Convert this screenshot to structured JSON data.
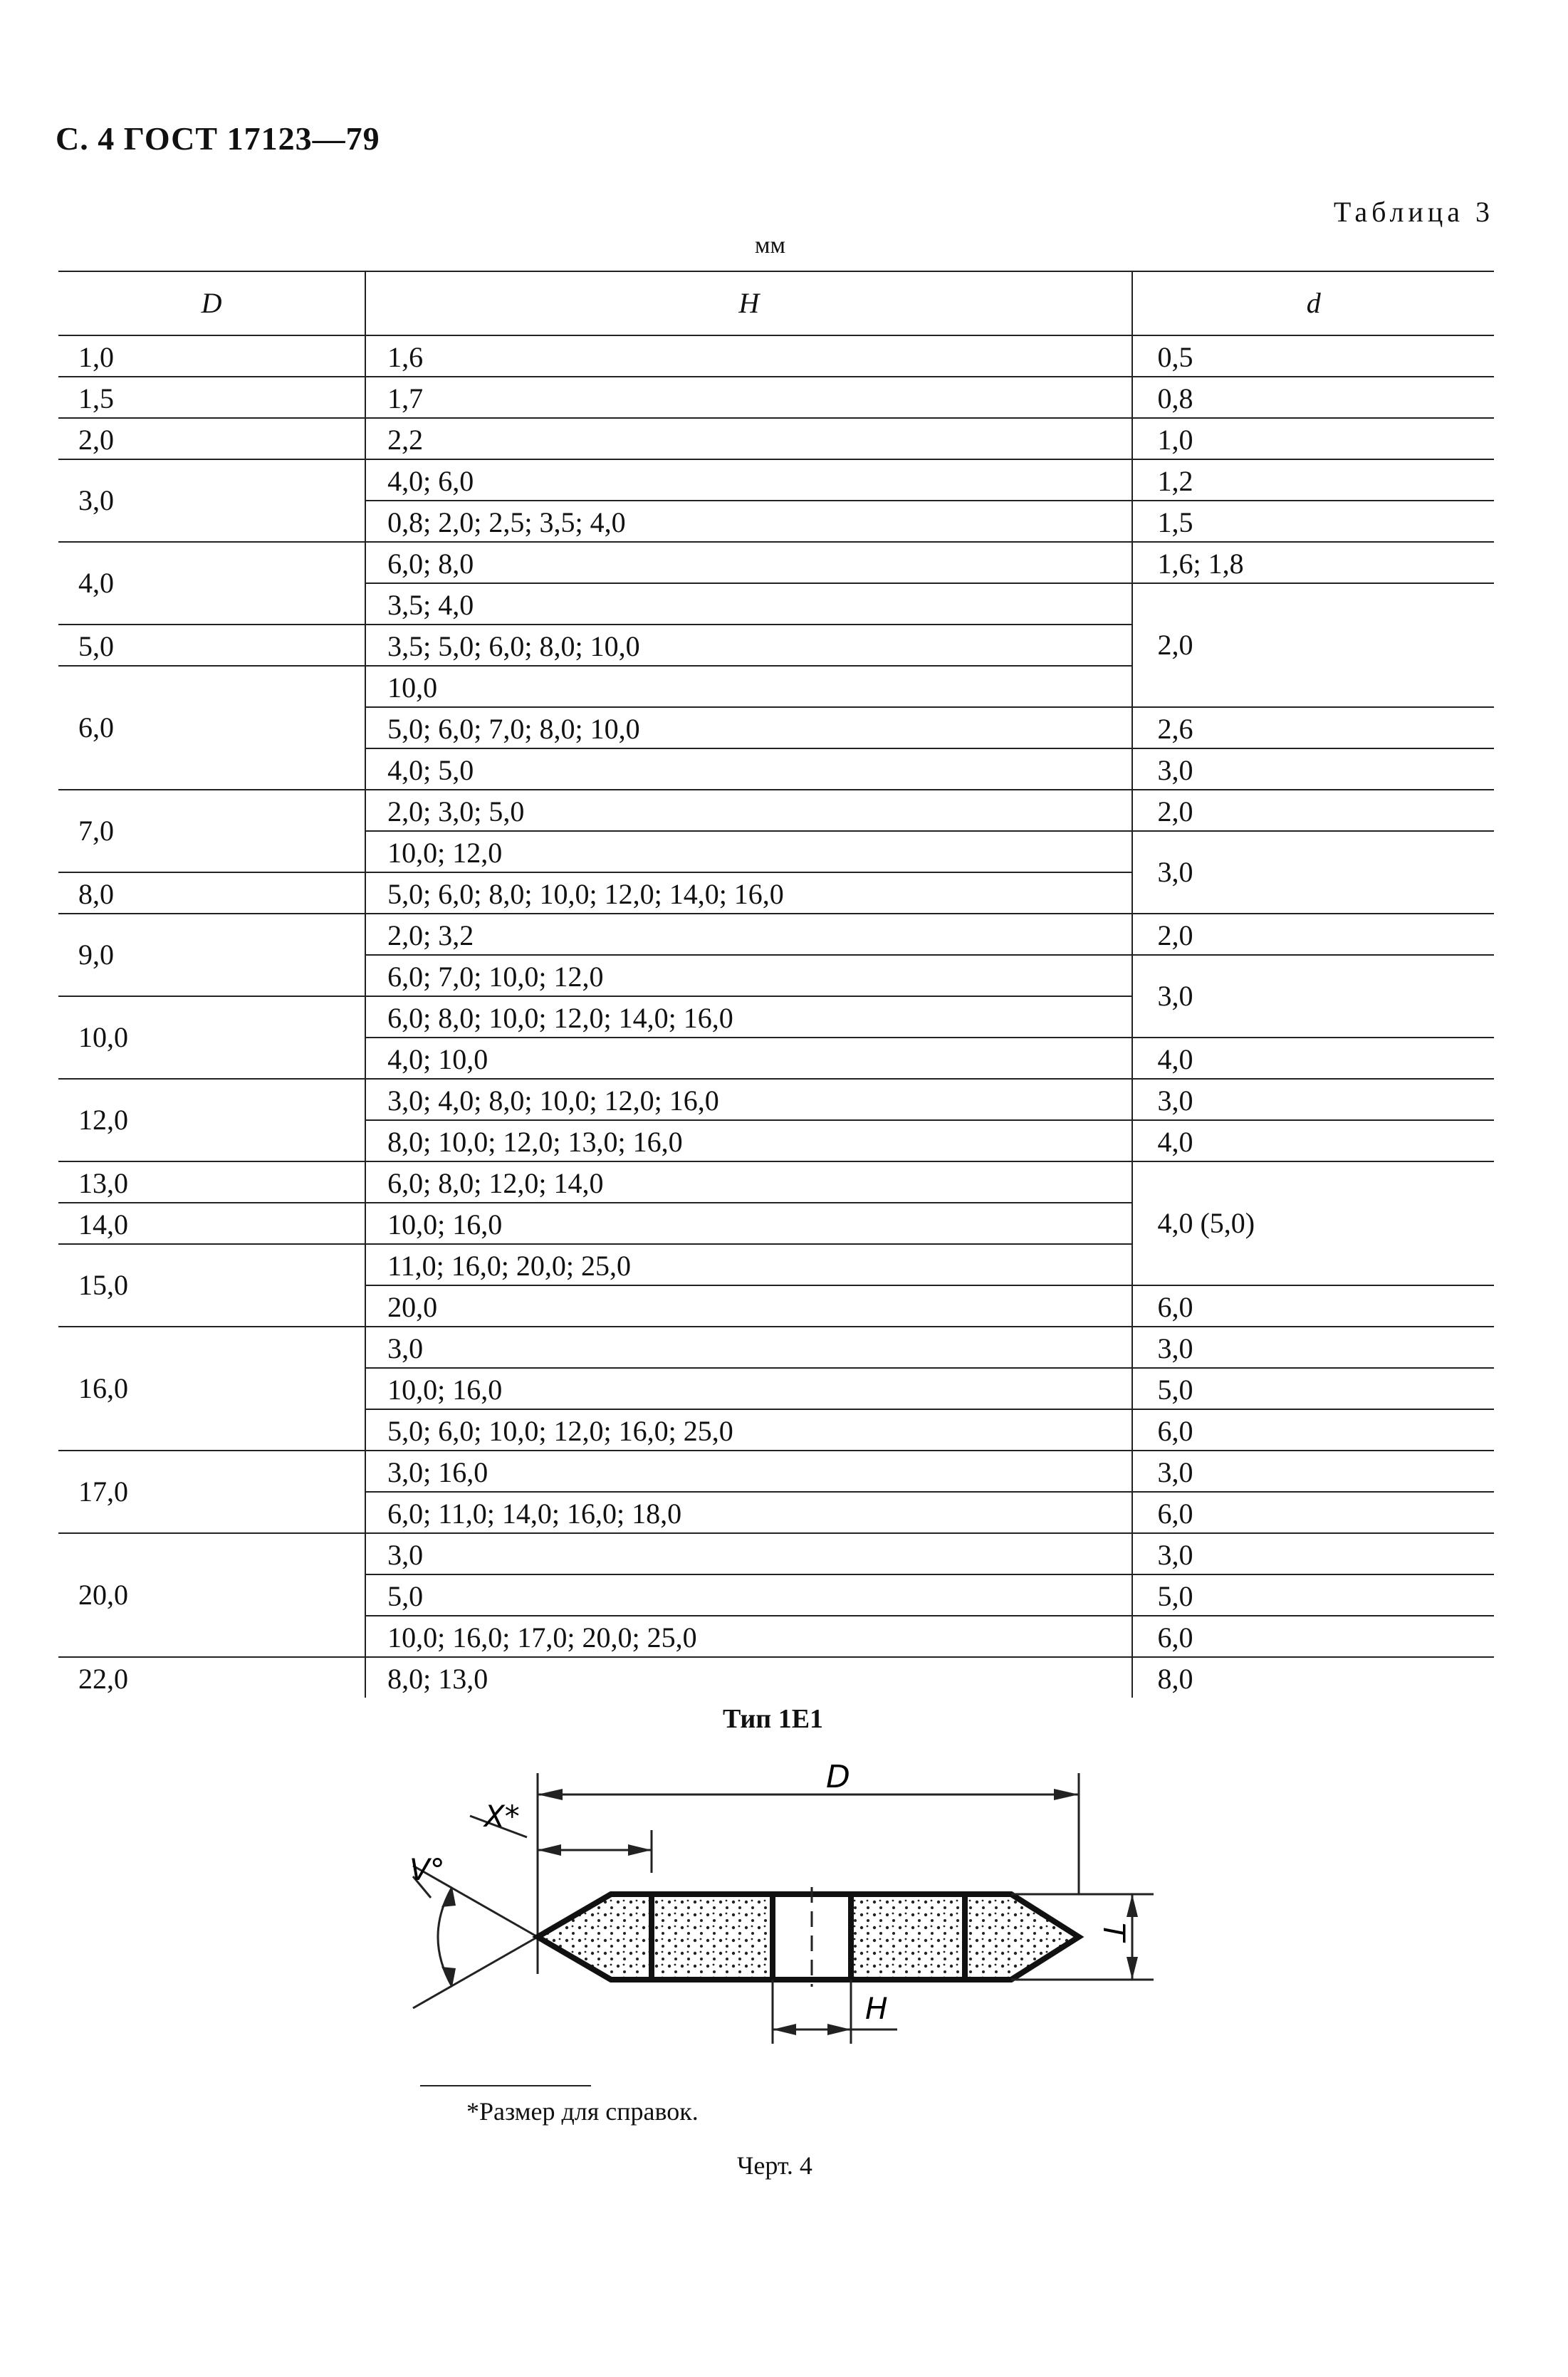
{
  "header": {
    "page_label": "С. 4 ГОСТ 17123—79"
  },
  "table": {
    "caption": "Таблица 3",
    "units": "мм",
    "columns": [
      "D",
      "H",
      "d"
    ],
    "rows": [
      {
        "D": "1,0",
        "H": "1,6",
        "d": "0,5"
      },
      {
        "D": "1,5",
        "H": "1,7",
        "d": "0,8"
      },
      {
        "D": "2,0",
        "H": "2,2",
        "d": "1,0"
      },
      {
        "D": "3,0",
        "H": "4,0; 6,0",
        "d": "1,2"
      },
      {
        "D": "",
        "H": "0,8; 2,0; 2,5; 3,5; 4,0",
        "d": "1,5"
      },
      {
        "D": "4,0",
        "H": "6,0; 8,0",
        "d": "1,6; 1,8"
      },
      {
        "D": "",
        "H": "3,5; 4,0",
        "d": "2,0"
      },
      {
        "D": "5,0",
        "H": "3,5; 5,0; 6,0; 8,0; 10,0",
        "d": ""
      },
      {
        "D": "6,0",
        "H": "10,0",
        "d": ""
      },
      {
        "D": "",
        "H": "5,0; 6,0; 7,0; 8,0; 10,0",
        "d": "2,6"
      },
      {
        "D": "",
        "H": "4,0; 5,0",
        "d": "3,0"
      },
      {
        "D": "7,0",
        "H": "2,0; 3,0; 5,0",
        "d": "2,0"
      },
      {
        "D": "",
        "H": "10,0; 12,0",
        "d": "3,0"
      },
      {
        "D": "8,0",
        "H": "5,0; 6,0; 8,0; 10,0; 12,0; 14,0; 16,0",
        "d": ""
      },
      {
        "D": "9,0",
        "H": "2,0; 3,2",
        "d": "2,0"
      },
      {
        "D": "",
        "H": "6,0; 7,0; 10,0; 12,0",
        "d": "3,0"
      },
      {
        "D": "10,0",
        "H": "6,0; 8,0; 10,0; 12,0; 14,0; 16,0",
        "d": ""
      },
      {
        "D": "",
        "H": "4,0; 10,0",
        "d": "4,0"
      },
      {
        "D": "12,0",
        "H": "3,0; 4,0; 8,0; 10,0; 12,0; 16,0",
        "d": "3,0"
      },
      {
        "D": "",
        "H": "8,0; 10,0; 12,0; 13,0; 16,0",
        "d": "4,0"
      },
      {
        "D": "13,0",
        "H": "6,0; 8,0; 12,0; 14,0",
        "d": "4,0 (5,0)"
      },
      {
        "D": "14,0",
        "H": "10,0; 16,0",
        "d": ""
      },
      {
        "D": "15,0",
        "H": "11,0; 16,0; 20,0; 25,0",
        "d": ""
      },
      {
        "D": "",
        "H": "20,0",
        "d": "6,0"
      },
      {
        "D": "16,0",
        "H": "3,0",
        "d": "3,0"
      },
      {
        "D": "",
        "H": "10,0; 16,0",
        "d": "5,0"
      },
      {
        "D": "",
        "H": "5,0; 6,0; 10,0; 12,0; 16,0; 25,0",
        "d": "6,0"
      },
      {
        "D": "17,0",
        "H": "3,0; 16,0",
        "d": "3,0"
      },
      {
        "D": "",
        "H": "6,0; 11,0; 14,0; 16,0; 18,0",
        "d": "6,0"
      },
      {
        "D": "20,0",
        "H": "3,0",
        "d": "3,0"
      },
      {
        "D": "",
        "H": "5,0",
        "d": "5,0"
      },
      {
        "D": "",
        "H": "10,0; 16,0; 17,0; 20,0; 25,0",
        "d": "6,0"
      },
      {
        "D": "22,0",
        "H": "8,0; 13,0",
        "d": "8,0"
      }
    ]
  },
  "figure": {
    "title": "Тип 1Е1",
    "labels": {
      "D": "D",
      "X": "X*",
      "V": "V°",
      "T": "T",
      "H": "H"
    },
    "footnote": "*Размер для справок.",
    "caption": "Черт. 4"
  }
}
